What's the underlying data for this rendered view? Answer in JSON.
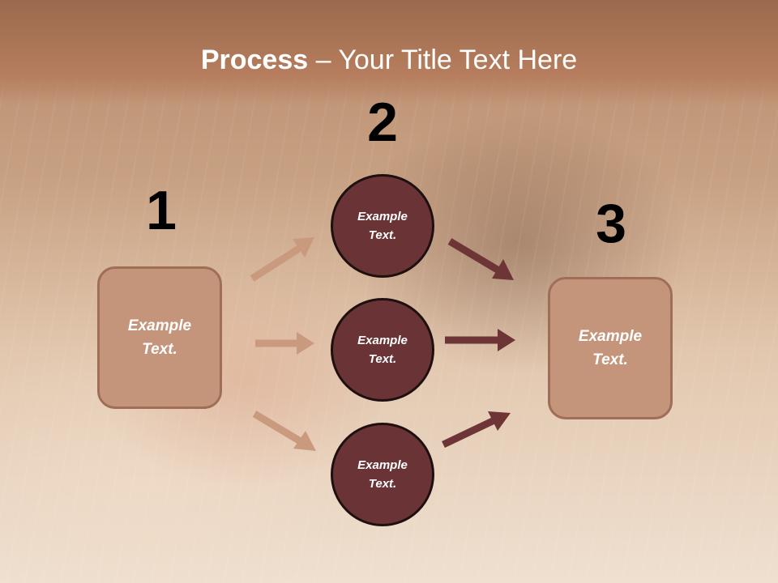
{
  "title": {
    "bold": "Process",
    "rest": " – Your Title Text Here"
  },
  "steps": [
    {
      "number": "1",
      "text": "Example Text."
    },
    {
      "number": "2",
      "items": [
        "Example Text.",
        "Example Text.",
        "Example Text."
      ]
    },
    {
      "number": "3",
      "text": "Example Text."
    }
  ],
  "colors": {
    "title_band": "#b57d5d",
    "box_fill": "#c4957b",
    "box_border": "#9e6f56",
    "circle_fill": "#6a3335",
    "arrow_light": "#c99a7e",
    "arrow_dark": "#6e3536"
  }
}
